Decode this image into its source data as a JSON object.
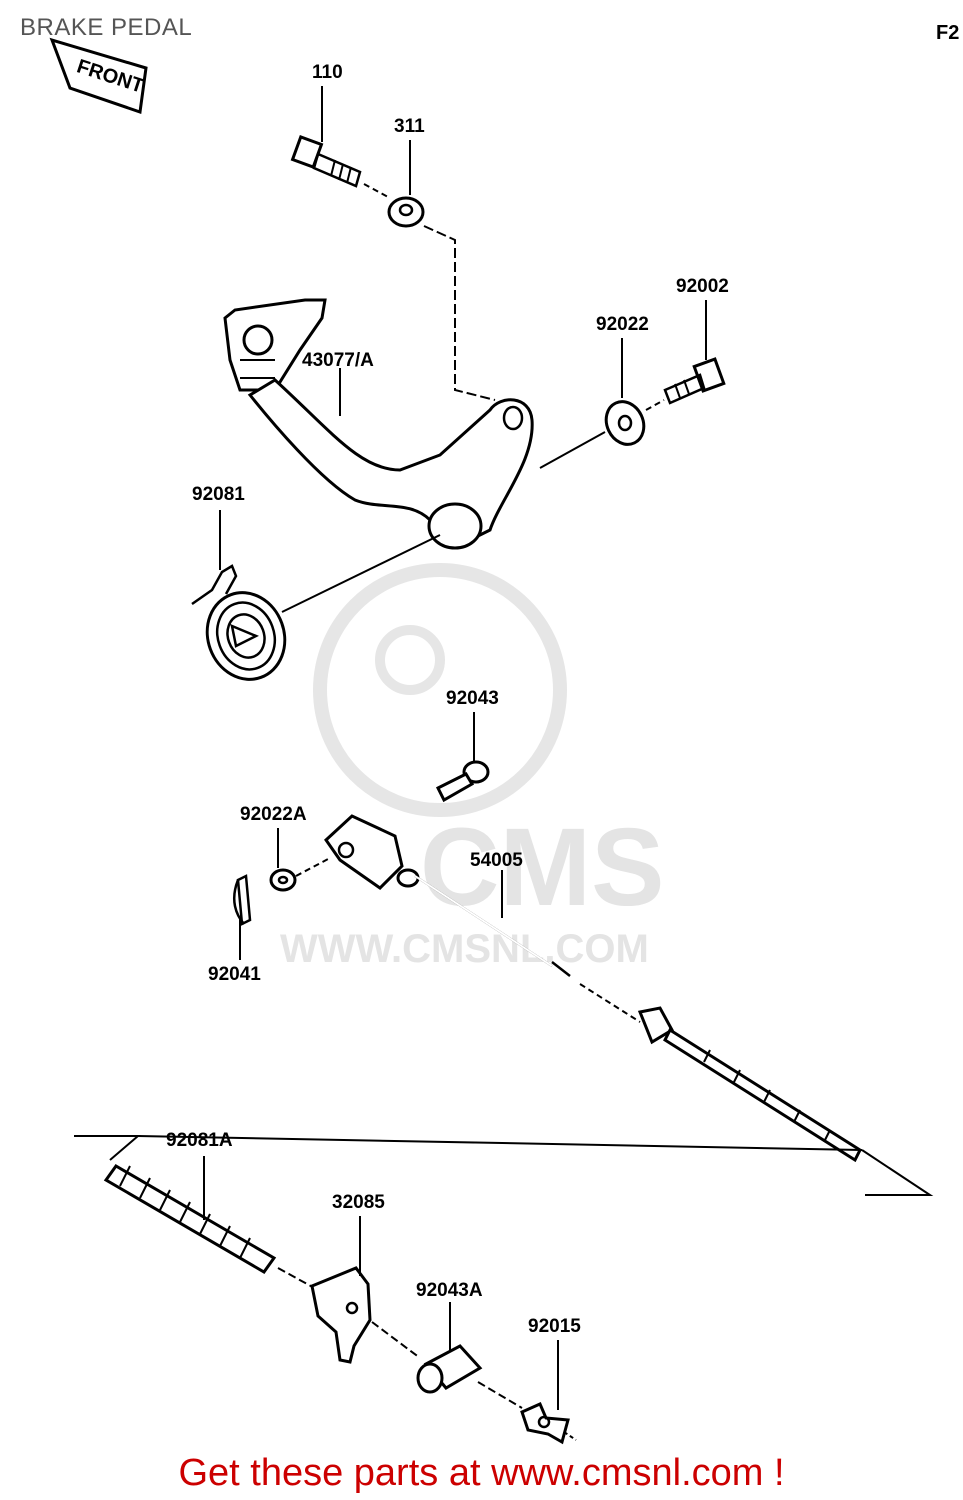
{
  "header": {
    "title": "BRAKE PEDAL",
    "page_code": "F2"
  },
  "front_label": "FRONT",
  "watermark": {
    "brand": "CMS",
    "url": "WWW.CMSNL.COM"
  },
  "parts": [
    {
      "label": "110"
    },
    {
      "label": "311"
    },
    {
      "label": "43077/A"
    },
    {
      "label": "92022"
    },
    {
      "label": "92002"
    },
    {
      "label": "92081"
    },
    {
      "label": "92043"
    },
    {
      "label": "92022A"
    },
    {
      "label": "54005"
    },
    {
      "label": "92041"
    },
    {
      "label": "92081A"
    },
    {
      "label": "32085"
    },
    {
      "label": "92043A"
    },
    {
      "label": "92015"
    }
  ],
  "footer": {
    "text": "Get these parts at www.cmsnl.com !"
  }
}
